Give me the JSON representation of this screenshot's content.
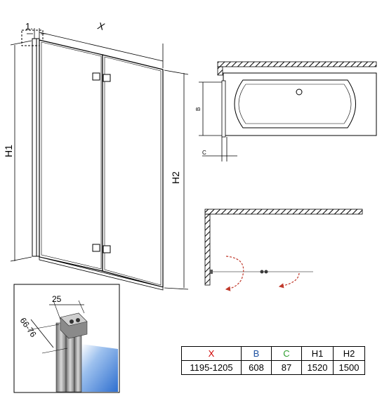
{
  "front_view": {
    "labels": {
      "x": "X",
      "h1": "H1",
      "h2": "H2",
      "one": "1."
    }
  },
  "bath_top_view": {
    "labels": {
      "b": "B",
      "c": "C"
    }
  },
  "profile_detail": {
    "labels": {
      "width": "25",
      "range": "66-76"
    }
  },
  "spec_table": {
    "headers": [
      "X",
      "B",
      "C",
      "H1",
      "H2"
    ],
    "header_colors": [
      "#d00000",
      "#1a4fa0",
      "#2e9e2e",
      "#000000",
      "#000000"
    ],
    "row": [
      "1195-1205",
      "608",
      "87",
      "1520",
      "1500"
    ]
  },
  "colors": {
    "accent_arrow": "#c0392b",
    "glass": "#3d7fd6"
  }
}
